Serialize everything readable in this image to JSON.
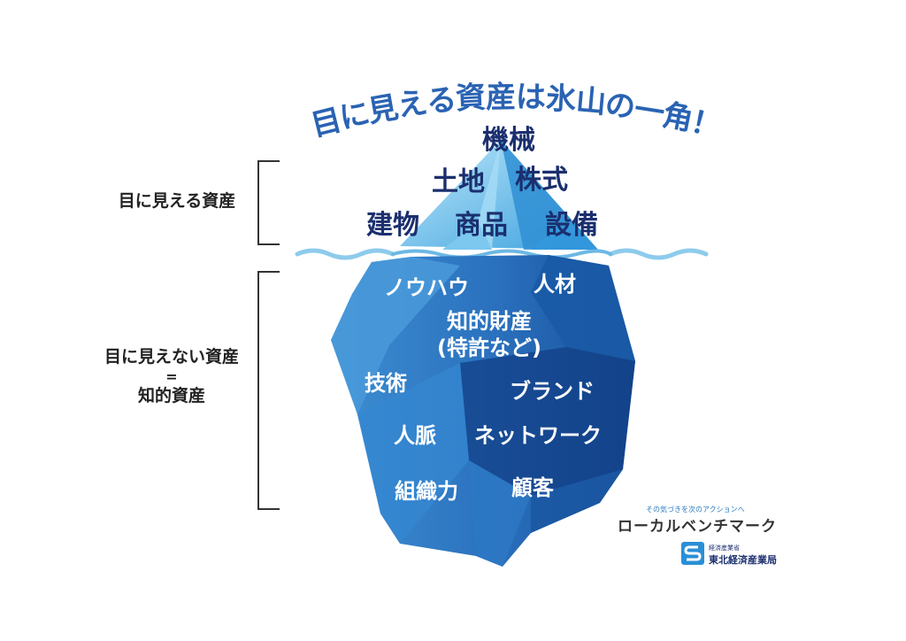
{
  "title": "目に見える資産は氷山の一角！",
  "left_labels": {
    "visible": "目に見える資産",
    "invisible_line1": "目に見えない資産",
    "invisible_line2": "=",
    "invisible_line3": "知的資産"
  },
  "visible_assets": {
    "top": "機械",
    "row2_left": "土地",
    "row2_right": "株式",
    "row3_left": "建物",
    "row3_mid": "商品",
    "row3_right": "設備"
  },
  "hidden_assets": {
    "knowhow": "ノウハウ",
    "talent": "人材",
    "ip_line1": "知的財産",
    "ip_line2": "(特許など)",
    "technology": "技術",
    "brand": "ブランド",
    "network_people": "人脈",
    "network": "ネットワーク",
    "org_power": "組織力",
    "customers": "顧客"
  },
  "footer": {
    "tagline": "その気づきを次のアクションへ",
    "brand": "ローカルベンチマーク",
    "ministry_small": "経済産業省",
    "ministry_name": "東北経済産業局"
  },
  "colors": {
    "iceberg_light": "#5aa7dd",
    "iceberg_dark": "#1f5fa8",
    "tip_light": "#8fd4f3",
    "tip_dark": "#2f8fd3",
    "water": "#8dcbec",
    "title": "#2a63b3",
    "visible_text": "#1b2f6e"
  }
}
